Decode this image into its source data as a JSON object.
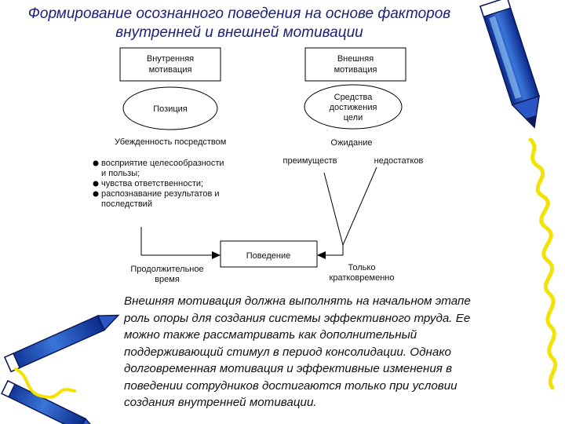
{
  "title": {
    "line1": "Формирование осознанного поведения на основе факторов",
    "line2": "внутренней и внешней мотивации"
  },
  "diagram": {
    "internal_box": [
      "Внутренняя",
      "мотивация"
    ],
    "external_box": [
      "Внешняя",
      "мотивация"
    ],
    "position_ellipse": "Позиция",
    "means_ellipse": [
      "Средства",
      "достижения",
      "цели"
    ],
    "belief_heading": "Убежденность посредством",
    "belief_items": [
      [
        "восприятие целесообразности",
        "и пользы;"
      ],
      [
        "чувства ответственности;"
      ],
      [
        "распознавание результатов и",
        "последствий"
      ]
    ],
    "expectation_heading": "Ожидание",
    "advantages": "преимуществ",
    "disadvantages": "недостатков",
    "behavior_box": "Поведение",
    "long_term": [
      "Продолжительное",
      "время"
    ],
    "short_term": [
      "Только",
      "кратковременно"
    ]
  },
  "paragraph": [
    "Внешняя мотивация должна выполнять на начальном этапе",
    "роль опоры для создания системы эффективного труда. Ее",
    "можно также рассматривать как дополнительный",
    "поддерживающий стимул в период консолидации. Однако",
    "долговременная мотивация и эффективные изменения в",
    "поведении сотрудников достигаются только при условии",
    "создания внутренней мотивации."
  ]
}
